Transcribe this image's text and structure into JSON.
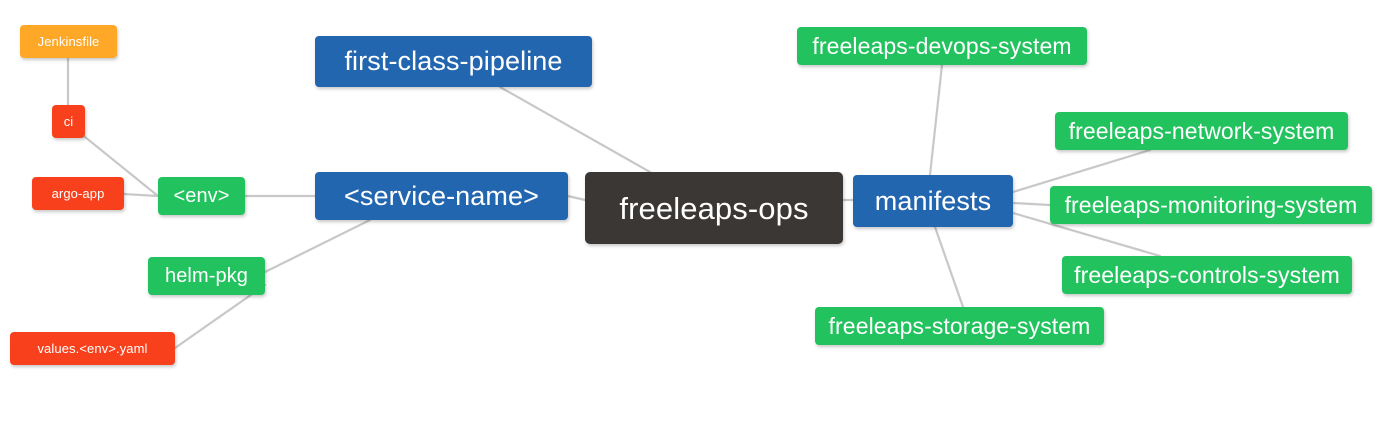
{
  "diagram": {
    "title": "freeleaps-ops mind map",
    "background": "#ffffff",
    "edge_color": "#c8c8c8",
    "palette": {
      "root": "#3b3734",
      "blue": "#2366b0",
      "green": "#22c35e",
      "orange": "#ffa726",
      "red": "#f9401c",
      "text": "#ffffff"
    }
  },
  "nodes": {
    "root": {
      "label": "freeleaps-ops",
      "color": "#3b3734"
    },
    "first_class_pipeline": {
      "label": "first-class-pipeline",
      "color": "#2366b0"
    },
    "service_name": {
      "label": "<service-name>",
      "color": "#2366b0"
    },
    "manifests": {
      "label": "manifests",
      "color": "#2366b0"
    },
    "env": {
      "label": "<env>",
      "color": "#22c35e"
    },
    "helm_pkg": {
      "label": "helm-pkg",
      "color": "#22c35e"
    },
    "jenkinsfile": {
      "label": "Jenkinsfile",
      "color": "#ffa726"
    },
    "ci": {
      "label": "ci",
      "color": "#f9401c"
    },
    "argo_app": {
      "label": "argo-app",
      "color": "#f9401c"
    },
    "values_yaml": {
      "label": "values.<env>.yaml",
      "color": "#f9401c"
    },
    "devops_system": {
      "label": "freeleaps-devops-system",
      "color": "#22c35e"
    },
    "network_system": {
      "label": "freeleaps-network-system",
      "color": "#22c35e"
    },
    "monitoring_system": {
      "label": "freeleaps-monitoring-system",
      "color": "#22c35e"
    },
    "controls_system": {
      "label": "freeleaps-controls-system",
      "color": "#22c35e"
    },
    "storage_system": {
      "label": "freeleaps-storage-system",
      "color": "#22c35e"
    }
  },
  "edges": [
    {
      "from": "root",
      "to": "first_class_pipeline"
    },
    {
      "from": "root",
      "to": "service_name"
    },
    {
      "from": "root",
      "to": "manifests"
    },
    {
      "from": "service_name",
      "to": "env"
    },
    {
      "from": "service_name",
      "to": "helm_pkg"
    },
    {
      "from": "env",
      "to": "ci"
    },
    {
      "from": "env",
      "to": "argo_app"
    },
    {
      "from": "ci",
      "to": "jenkinsfile"
    },
    {
      "from": "helm_pkg",
      "to": "values_yaml"
    },
    {
      "from": "manifests",
      "to": "devops_system"
    },
    {
      "from": "manifests",
      "to": "network_system"
    },
    {
      "from": "manifests",
      "to": "monitoring_system"
    },
    {
      "from": "manifests",
      "to": "controls_system"
    },
    {
      "from": "manifests",
      "to": "storage_system"
    }
  ]
}
